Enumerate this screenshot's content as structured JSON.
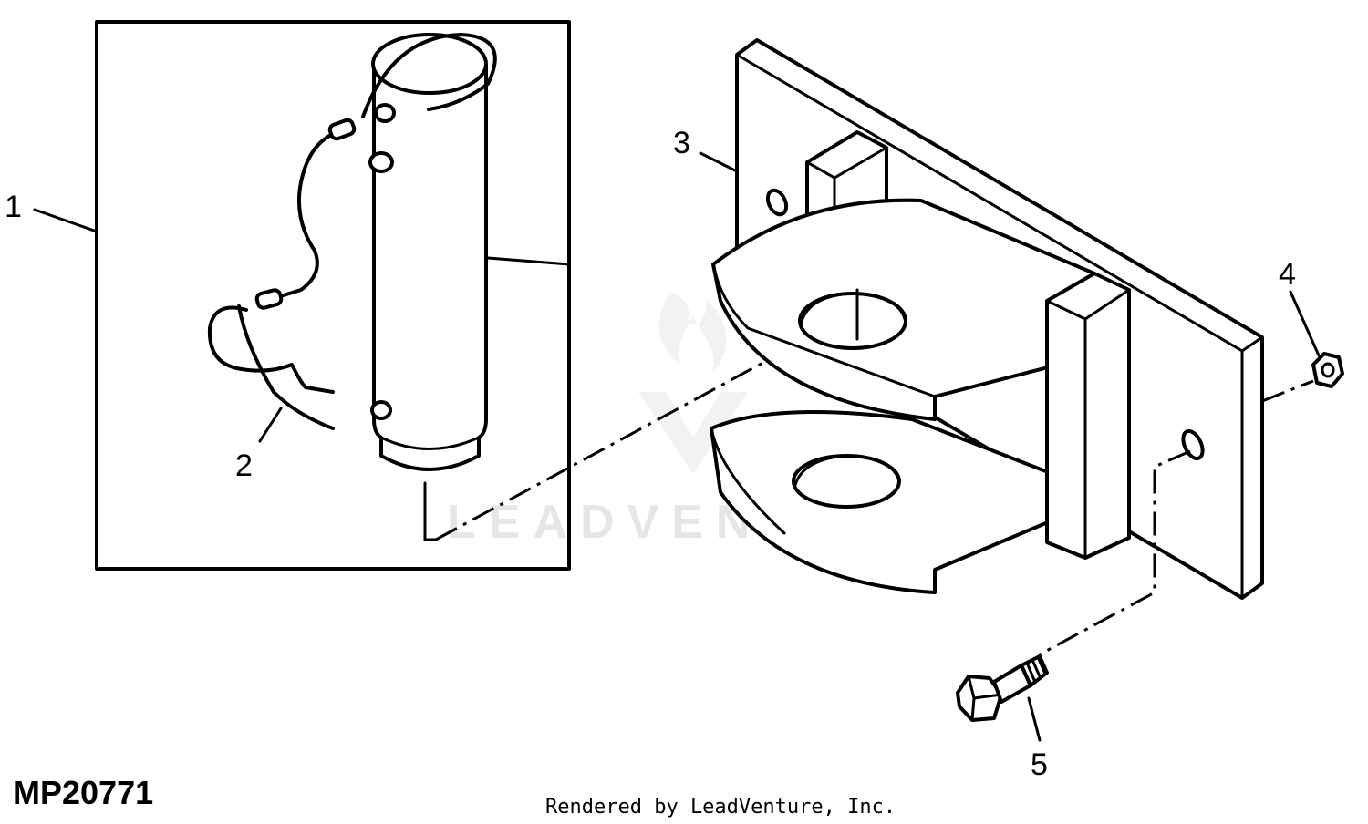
{
  "callouts": [
    {
      "id": "1",
      "label": "1"
    },
    {
      "id": "2",
      "label": "2"
    },
    {
      "id": "3",
      "label": "3"
    },
    {
      "id": "4",
      "label": "4"
    },
    {
      "id": "5",
      "label": "5"
    }
  ],
  "figure_code": "MP20771",
  "credit": "Rendered by LeadVenture, Inc.",
  "watermark": "LEADVENTURE",
  "colors": {
    "line": "#000000",
    "background": "#ffffff",
    "watermark": "#e6e6e6"
  }
}
